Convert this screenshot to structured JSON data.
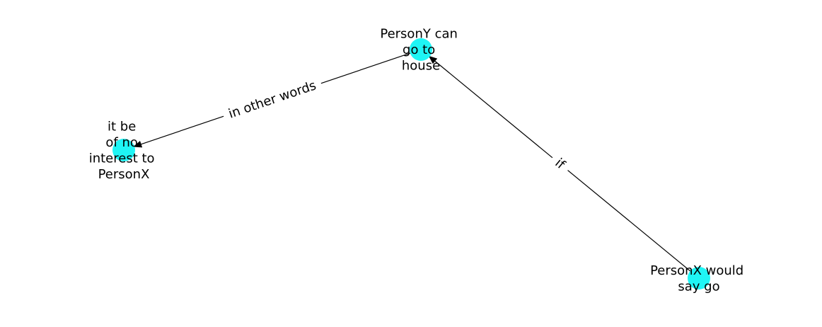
{
  "colors": {
    "node_fill": "#1ff5f5",
    "edge_stroke": "#000000",
    "label_background": "#ffffff",
    "text": "#000000"
  },
  "nodes": [
    {
      "id": "n1",
      "label_lines": [
        "PersonY can",
        "go to",
        "house"
      ]
    },
    {
      "id": "n2",
      "label_lines": [
        "it be",
        "of no",
        "interest to",
        "PersonX"
      ]
    },
    {
      "id": "n3",
      "label_lines": [
        "PersonX would",
        "say go"
      ]
    }
  ],
  "edges": [
    {
      "id": "e1",
      "from": "n1",
      "to": "n2",
      "label": "in other words"
    },
    {
      "id": "e2",
      "from": "n3",
      "to": "n1",
      "label": "if"
    }
  ]
}
